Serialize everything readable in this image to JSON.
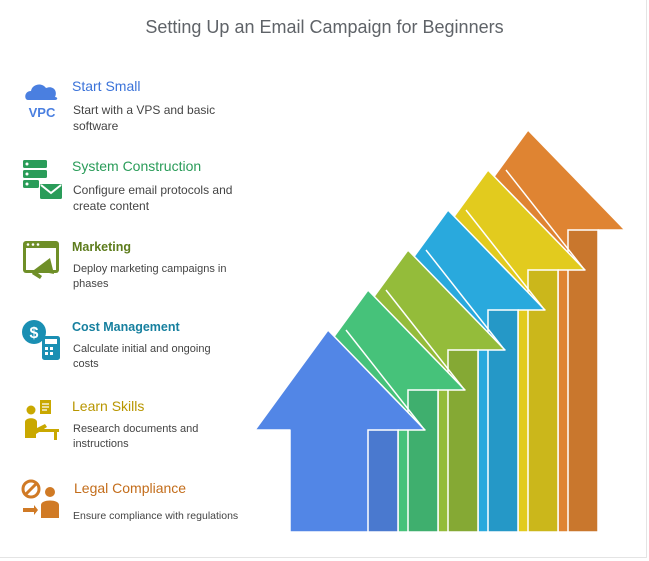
{
  "title": "Setting Up an Email Campaign for Beginners",
  "steps": [
    {
      "label": "Start Small",
      "desc": "Start with a VPS and basic software",
      "color": "#4a7fe0",
      "icon": "cloud-vpc-icon",
      "icon_text": "VPC"
    },
    {
      "label": "System Construction",
      "desc": "Configure email protocols and create content",
      "color": "#2a9c59",
      "icon": "server-mail-icon"
    },
    {
      "label": "Marketing",
      "desc": "Deploy marketing campaigns in phases",
      "color": "#6f8f28",
      "icon": "megaphone-screen-icon"
    },
    {
      "label": "Cost Management",
      "desc": "Calculate initial and ongoing costs",
      "color": "#1a8fb3",
      "icon": "dollar-calculator-icon"
    },
    {
      "label": "Learn Skills",
      "desc": "Research documents and instructions",
      "color": "#c9a800",
      "icon": "study-desk-icon"
    },
    {
      "label": "Legal Compliance",
      "desc": "Ensure compliance with regulations",
      "color": "#d07a25",
      "icon": "legal-compliance-icon"
    }
  ],
  "arrow_colors": [
    "#5286e6",
    "#46c27a",
    "#94bc3a",
    "#29a9dd",
    "#e2cb1e",
    "#df8432"
  ]
}
